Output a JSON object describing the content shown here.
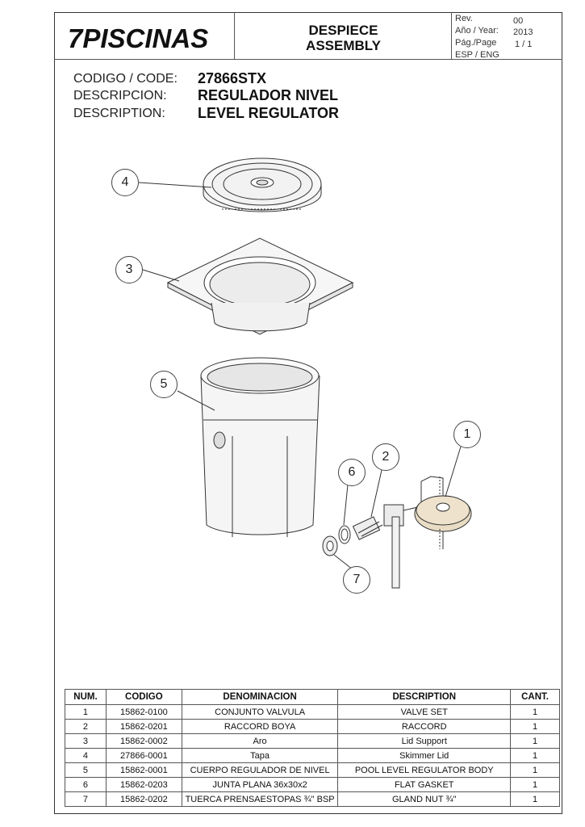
{
  "header": {
    "logo": "7PISCINAS",
    "title_line1": "DESPIECE",
    "title_line2": "ASSEMBLY",
    "rev_label": "Rev.",
    "rev_value": "00",
    "year_label": "Año / Year:",
    "year_value": "2013",
    "page_label": "Pág./Page",
    "page_value": "1 / 1",
    "lang": "ESP / ENG"
  },
  "product": {
    "code_label": "CODIGO / CODE:",
    "code_value": "27866STX",
    "desc_es_label": "DESCRIPCION:",
    "desc_es_value": "REGULADOR NIVEL",
    "desc_en_label": "DESCRIPTION:",
    "desc_en_value": "LEVEL REGULATOR"
  },
  "callouts": {
    "c1": "1",
    "c2": "2",
    "c3": "3",
    "c4": "4",
    "c5": "5",
    "c6": "6",
    "c7": "7"
  },
  "table": {
    "headers": [
      "NUM.",
      "CODIGO",
      "DENOMINACION",
      "DESCRIPTION",
      "CANT."
    ],
    "rows": [
      [
        "1",
        "15862-0100",
        "CONJUNTO VALVULA",
        "VALVE SET",
        "1"
      ],
      [
        "2",
        "15862-0201",
        "RACCORD BOYA",
        "RACCORD",
        "1"
      ],
      [
        "3",
        "15862-0002",
        "Aro",
        "Lid Support",
        "1"
      ],
      [
        "4",
        "27866-0001",
        "Tapa",
        "Skimmer Lid",
        "1"
      ],
      [
        "5",
        "15862-0001",
        "CUERPO REGULADOR DE NIVEL",
        "POOL LEVEL REGULATOR BODY",
        "1"
      ],
      [
        "6",
        "15862-0203",
        "JUNTA PLANA 36x30x2",
        "FLAT GASKET",
        "1"
      ],
      [
        "7",
        "15862-0202",
        "TUERCA PRENSAESTOPAS ¾\" BSP",
        "GLAND NUT ¾\"",
        "1"
      ]
    ]
  }
}
